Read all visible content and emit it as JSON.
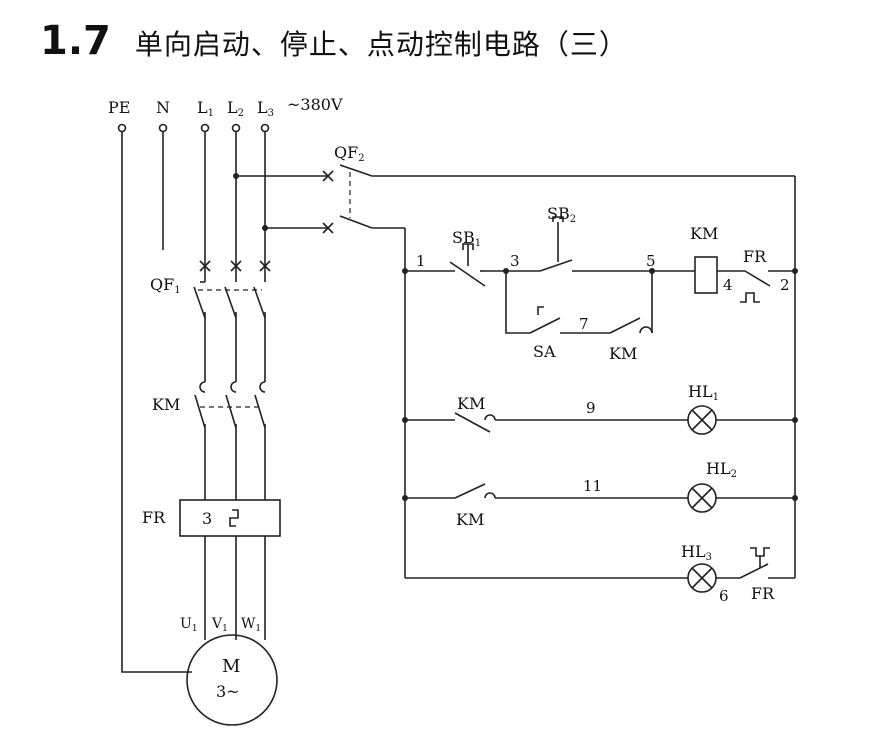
{
  "title": {
    "number": "1.7",
    "text": "单向启动、停止、点动控制电路（三）"
  },
  "supply": {
    "pe": "PE",
    "n": "N",
    "l1": "L",
    "l1_sub": "1",
    "l2": "L",
    "l2_sub": "2",
    "l3": "L",
    "l3_sub": "3",
    "voltage": "~380V"
  },
  "power": {
    "qf1": "QF",
    "qf1_sub": "1",
    "km": "KM",
    "fr": "FR",
    "fr_mark": "3",
    "u": "U",
    "u_sub": "1",
    "v": "V",
    "v_sub": "1",
    "w": "W",
    "w_sub": "1",
    "motor": "M",
    "motor_type": "3~"
  },
  "control": {
    "qf2": "QF",
    "qf2_sub": "2",
    "sb1": "SB",
    "sb1_sub": "1",
    "sb2": "SB",
    "sb2_sub": "2",
    "km_coil": "KM",
    "fr_contact": "FR",
    "sa": "SA",
    "km_hold": "KM",
    "km_nc": "KM",
    "km_no": "KM",
    "fr_nc": "FR",
    "hl1": "HL",
    "hl1_sub": "1",
    "hl2": "HL",
    "hl2_sub": "2",
    "hl3": "HL",
    "hl3_sub": "3",
    "nodes": [
      "1",
      "3",
      "5",
      "4",
      "2",
      "7",
      "9",
      "11",
      "6"
    ]
  }
}
